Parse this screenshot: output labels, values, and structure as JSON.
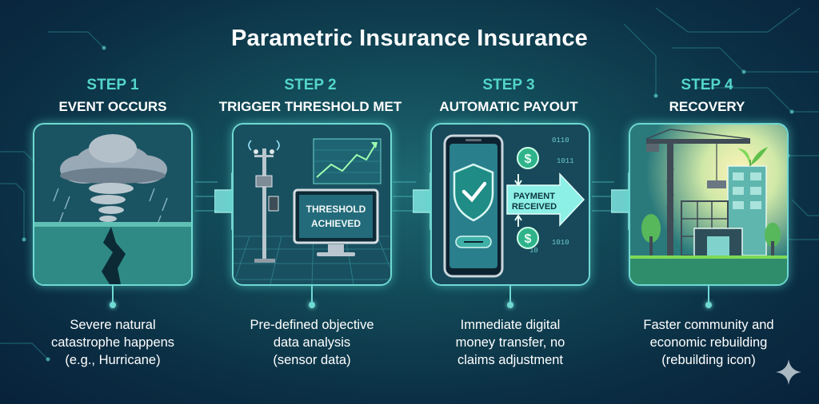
{
  "title": "Parametric Insurance  Insurance",
  "steps": [
    {
      "number": "STEP 1",
      "name": "EVENT OCCURS",
      "description": [
        "Severe natural",
        "catastrophe happens",
        "(e.g., Hurricane)"
      ],
      "icon": "hurricane-earthquake-icon"
    },
    {
      "number": "STEP 2",
      "name": "TRIGGER THRESHOLD MET",
      "description": [
        "Pre-defined objective",
        "data analysis",
        "(sensor data)"
      ],
      "icon": "sensor-threshold-icon",
      "monitor_text": [
        "THRESHOLD",
        "ACHIEVED"
      ]
    },
    {
      "number": "STEP 3",
      "name": "AUTOMATIC PAYOUT",
      "description": [
        "Immediate digital",
        "money transfer, no",
        "claims adjustment"
      ],
      "icon": "phone-payment-icon",
      "arrow_text": [
        "PAYMENT",
        "RECEIVED"
      ],
      "currency_symbol": "$",
      "binary_text": [
        "0110",
        "1011",
        "1010",
        "01",
        "10"
      ]
    },
    {
      "number": "STEP 4",
      "name": "RECOVERY",
      "description": [
        "Faster community and",
        "economic rebuilding",
        "(rebuilding icon)"
      ],
      "icon": "construction-rebuilding-icon"
    }
  ],
  "colors": {
    "accent": "#53d6c9",
    "card_border": "#6fd9d2",
    "background_dark": "#08213a",
    "background_light": "#1d6770"
  },
  "decor_icon": "sparkle-icon"
}
